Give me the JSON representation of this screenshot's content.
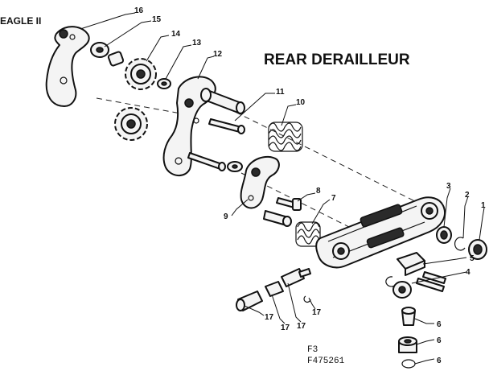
{
  "title": "REAR DERAILLEUR",
  "model": "EAGLE II",
  "figure": "F3",
  "part_code": "F475261",
  "callouts": {
    "c16": "16",
    "c15": "15",
    "c14": "14",
    "c13": "13",
    "c12": "12",
    "c11": "11",
    "c10": "10",
    "c9": "9",
    "c8": "8",
    "c7": "7",
    "c6a": "6",
    "c6b": "6",
    "c6c": "6",
    "c5": "5",
    "c4": "4",
    "c3": "3",
    "c2": "2",
    "c1": "1",
    "c17a": "17",
    "c17b": "17",
    "c17c": "17",
    "c17d": "17"
  }
}
